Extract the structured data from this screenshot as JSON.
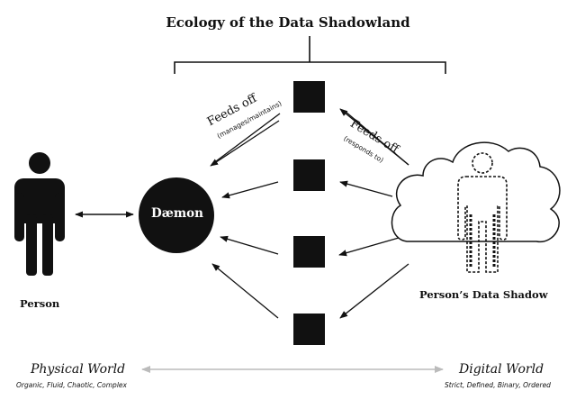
{
  "title": "Ecology of the Data Shadowland",
  "person": {
    "label": "Person"
  },
  "daemon": {
    "label": "Dæmon"
  },
  "shadow": {
    "label": "Person’s Data Shadow"
  },
  "feeds_left": {
    "main": "Feeds off",
    "sub": "(manages/maintains)"
  },
  "feeds_right": {
    "main": "Feeds off",
    "sub": "(responds to)"
  },
  "physical_world": {
    "label": "Physical World",
    "sub": "Organic, Fluid, Chaotic, Complex"
  },
  "digital_world": {
    "label": "Digital World",
    "sub": "Strict, Defined, Binary, Ordered"
  },
  "colors": {
    "ink": "#111111",
    "axis": "#bbbbbb",
    "background": "#ffffff"
  },
  "icons": [
    "person-silhouette-icon",
    "dashed-person-icon",
    "cloud-icon"
  ]
}
